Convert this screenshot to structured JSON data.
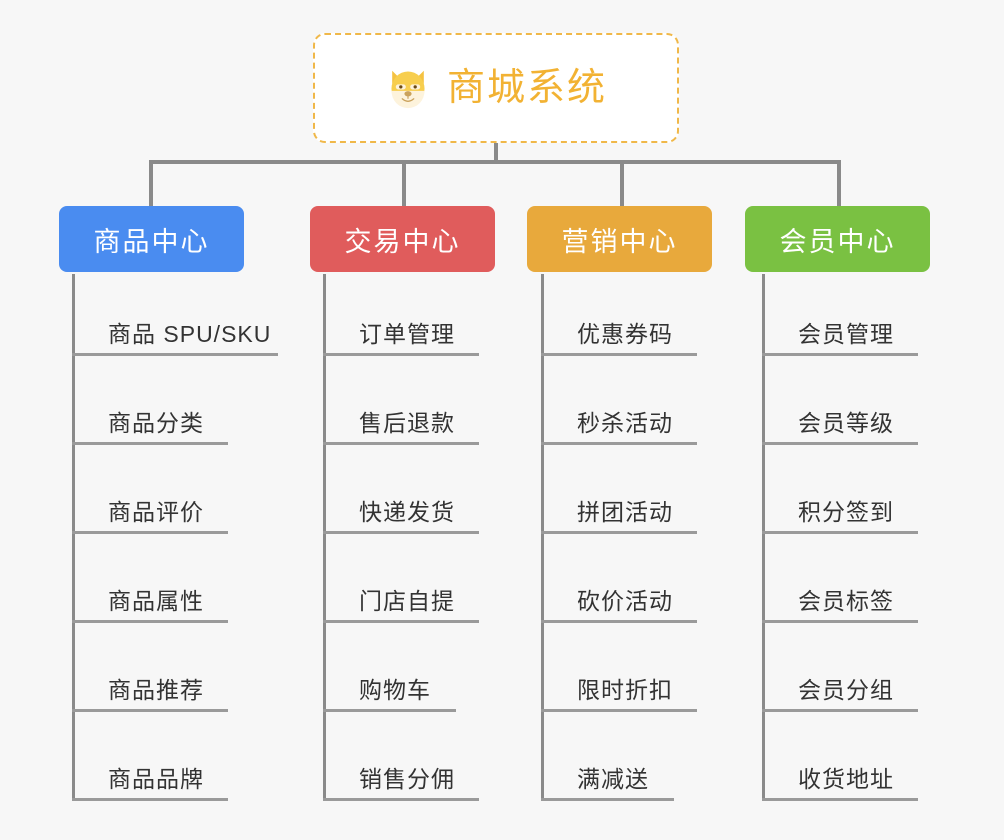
{
  "page": {
    "background_color": "#f7f7f7",
    "line_color": "#8a8a8a",
    "leaf_line_color": "#9a9a9a",
    "leaf_text_color": "#333333"
  },
  "root": {
    "title": "商城系统",
    "icon": "shiba-dog-face-icon",
    "text_color": "#f2b233",
    "border_color": "#f0b849",
    "background_color": "#ffffff",
    "border_style": "dashed"
  },
  "categories": [
    {
      "label": "商品中心",
      "color": "#4a8cf0",
      "items": [
        "商品 SPU/SKU",
        "商品分类",
        "商品评价",
        "商品属性",
        "商品推荐",
        "商品品牌"
      ]
    },
    {
      "label": "交易中心",
      "color": "#e05c5c",
      "items": [
        "订单管理",
        "售后退款",
        "快递发货",
        "门店自提",
        "购物车",
        "销售分佣"
      ]
    },
    {
      "label": "营销中心",
      "color": "#e8a93c",
      "items": [
        "优惠券码",
        "秒杀活动",
        "拼团活动",
        "砍价活动",
        "限时折扣",
        "满减送"
      ]
    },
    {
      "label": "会员中心",
      "color": "#7ac142",
      "items": [
        "会员管理",
        "会员等级",
        "积分签到",
        "会员标签",
        "会员分组",
        "收货地址"
      ]
    }
  ]
}
